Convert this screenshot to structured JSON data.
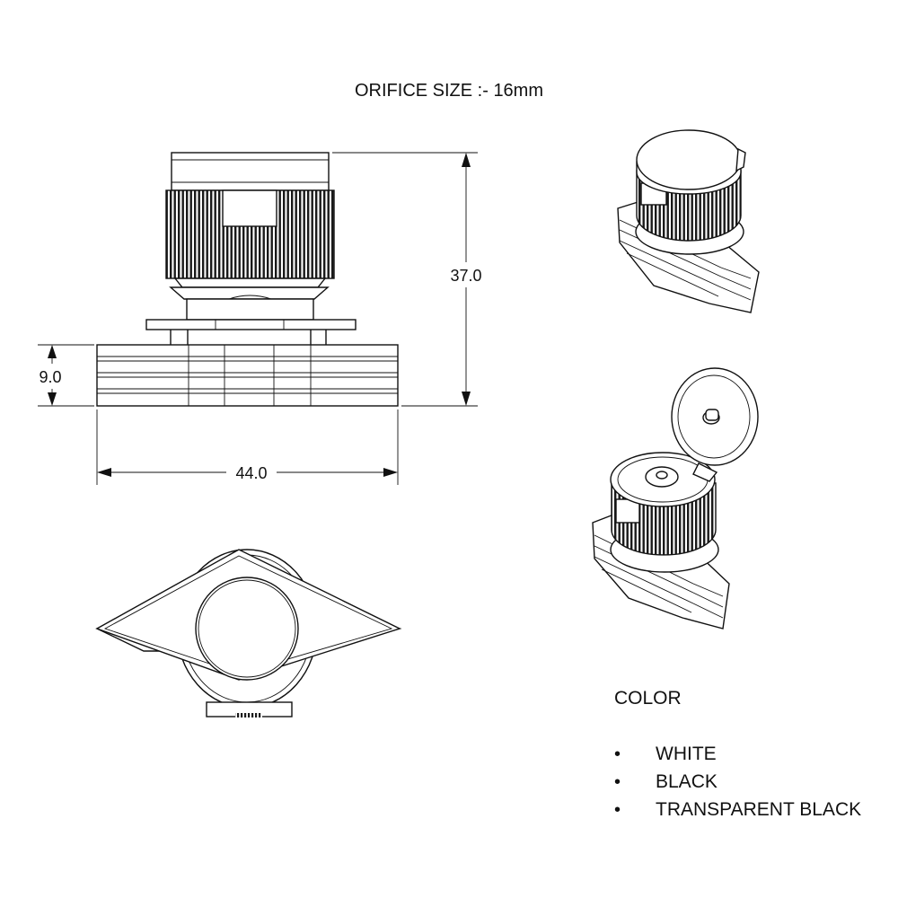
{
  "drawing": {
    "title": "ORIFICE SIZE :- 16mm",
    "dimensions": {
      "height_total": "37.0",
      "base_height": "9.0",
      "width": "44.0"
    },
    "colors": {
      "title": "COLOR",
      "bullet": "•",
      "items": [
        "WHITE",
        "BLACK",
        "TRANSPARENT BLACK"
      ]
    }
  }
}
